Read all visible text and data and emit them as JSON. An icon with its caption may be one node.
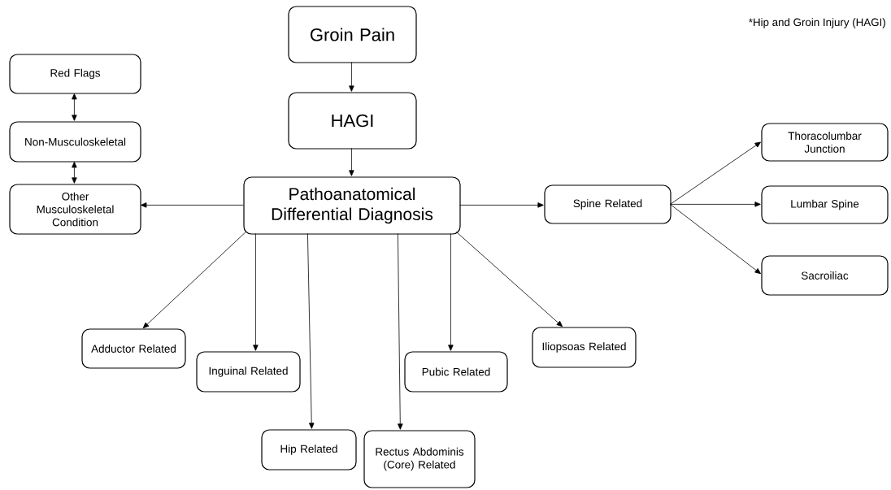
{
  "diagram": {
    "nodes": [
      {
        "text": [
          "Groin Pain"
        ]
      },
      {
        "text": [
          "HAGI"
        ]
      },
      {
        "text": [
          "Pathoanatomical Differential Diagnosis"
        ]
      },
      {
        "text": [
          "Red Flags"
        ]
      },
      {
        "text": [
          "Non-Musculoskeletal"
        ]
      },
      {
        "text": [
          "Other Musculoskeletal Condition"
        ]
      },
      {
        "text": [
          "Spine Related"
        ]
      },
      {
        "text": [
          "Thoracolumbar Junction"
        ]
      },
      {
        "text": [
          "Lumbar Spine"
        ]
      },
      {
        "text": [
          "Sacroiliac"
        ]
      },
      {
        "text": [
          "Adductor Related"
        ]
      },
      {
        "text": [
          "Inguinal Related"
        ]
      },
      {
        "text": [
          "Hip Related"
        ]
      },
      {
        "text": [
          "Rectus Abdominis (Core) Related"
        ]
      },
      {
        "text": [
          "Pubic Related"
        ]
      },
      {
        "text": [
          "Iliopsoas Related"
        ]
      }
    ],
    "edges": [
      {
        "from": 0,
        "to": 1,
        "arrow": "to"
      },
      {
        "from": 1,
        "to": 2,
        "arrow": "to"
      },
      {
        "from": 3,
        "to": 4,
        "arrow": "both"
      },
      {
        "from": 4,
        "to": 5,
        "arrow": "both"
      },
      {
        "from": 2,
        "to": 5,
        "arrow": "to"
      },
      {
        "from": 2,
        "to": 6,
        "arrow": "to"
      },
      {
        "from": 6,
        "to": 7,
        "arrow": "to"
      },
      {
        "from": 6,
        "to": 8,
        "arrow": "to"
      },
      {
        "from": 6,
        "to": 9,
        "arrow": "to"
      },
      {
        "from": 2,
        "to": 10,
        "arrow": "to"
      },
      {
        "from": 2,
        "to": 11,
        "arrow": "to"
      },
      {
        "from": 2,
        "to": 12,
        "arrow": "to"
      },
      {
        "from": 2,
        "to": 13,
        "arrow": "to"
      },
      {
        "from": 2,
        "to": 14,
        "arrow": "to"
      },
      {
        "from": 2,
        "to": 15,
        "arrow": "to"
      }
    ],
    "labels": [
      "*Hip and Groin Injury (HAGI)"
    ]
  }
}
